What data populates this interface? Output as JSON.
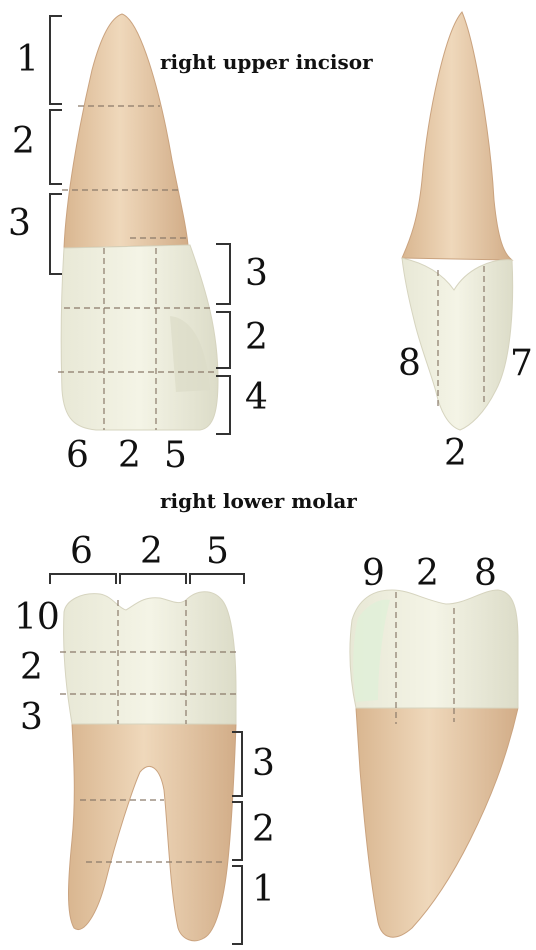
{
  "captions": {
    "incisor": "right upper incisor",
    "molar": "right lower molar"
  },
  "incisor_front": {
    "root_left": [
      "1",
      "2",
      "3"
    ],
    "crown_right": [
      "3",
      "2",
      "4"
    ],
    "crown_bottom": [
      "6",
      "2",
      "5"
    ]
  },
  "incisor_side": {
    "left": "8",
    "right": "7",
    "bottom": "2"
  },
  "molar_front": {
    "top": [
      "6",
      "2",
      "5"
    ],
    "crown_left": [
      "10",
      "2",
      "3"
    ],
    "root_right": [
      "3",
      "2",
      "1"
    ]
  },
  "molar_side": {
    "top": [
      "9",
      "2",
      "8"
    ]
  },
  "colors": {
    "root": "#e8cfae",
    "root_shade": "#caa37f",
    "crown": "#eeeedd",
    "crown_shade": "#d9d8c4",
    "guide_line": "#8a7a6a",
    "bracket": "#333333"
  }
}
